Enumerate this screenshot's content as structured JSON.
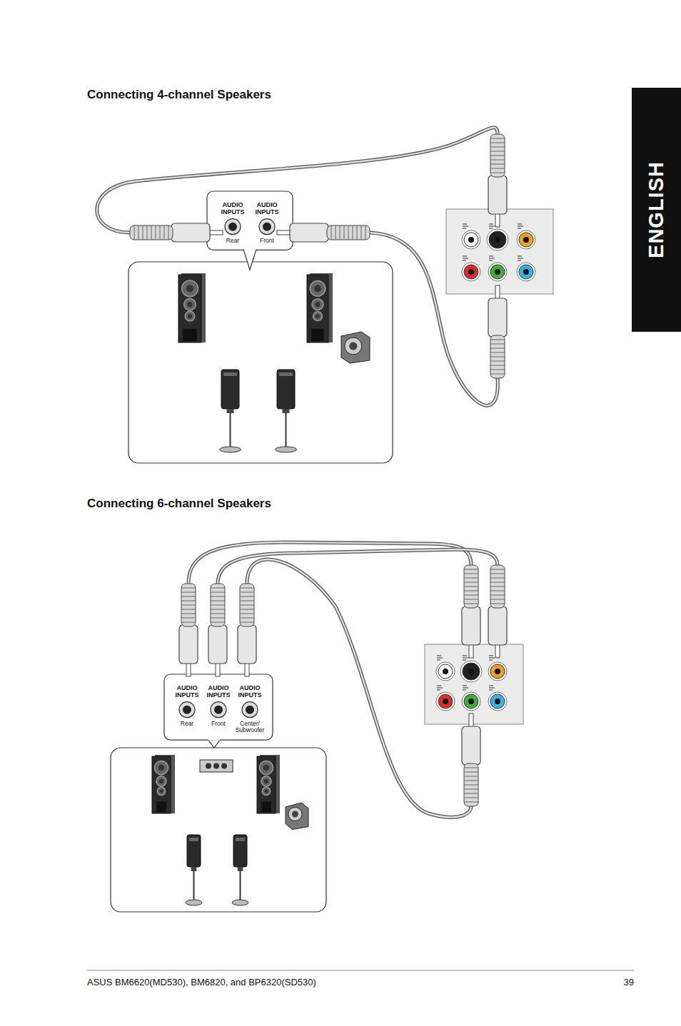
{
  "diagram": {
    "nodes": [
      {
        "text": [
          "AUDIO INPUTS",
          "AUDIO INPUTS",
          "Rear",
          "Front"
        ]
      },
      {
        "text": [
          "AUDIO INPUTS",
          "AUDIO INPUTS",
          "AUDIO INPUTS",
          "Rear",
          "Front",
          "Center/ Subwoofer"
        ]
      }
    ],
    "labels": [
      "ENGLISH",
      "Connecting 4-channel Speakers",
      "Connecting 6-channel Speakers",
      "ASUS BM6620(MD530), BM6820, and BP6320(SD530)",
      "39"
    ]
  }
}
